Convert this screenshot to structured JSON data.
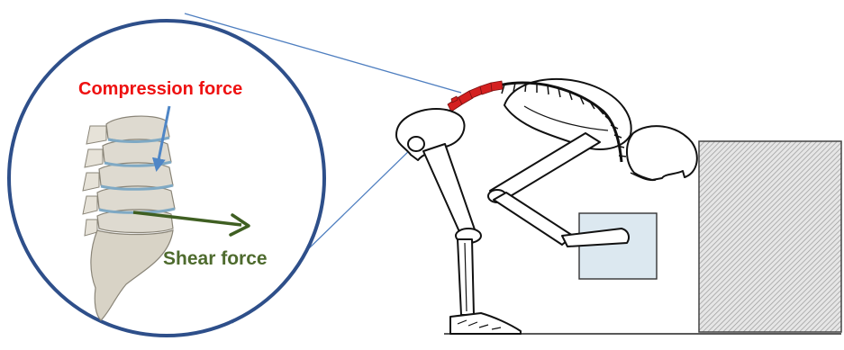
{
  "labels": {
    "compression": "Compression force",
    "shear": "Shear force"
  },
  "colors": {
    "compression_text": "#ee1111",
    "shear_text": "#4e6b2e",
    "compression_arrow": "#4f86c6",
    "shear_arrow": "#3f5f22",
    "magnifier_ring": "#2e4f8a",
    "callout_line": "#4f7fc0",
    "highlighted_vertebrae": "#d42020",
    "load_box": "#dce8f0",
    "hatched_block": "#cccccc"
  },
  "icons": {
    "magnifier": "magnifier-circle",
    "spine": "lumbar-spine-illustration",
    "figure": "lifting-skeleton-figure",
    "load": "carried-load-box",
    "block": "hatched-block"
  }
}
